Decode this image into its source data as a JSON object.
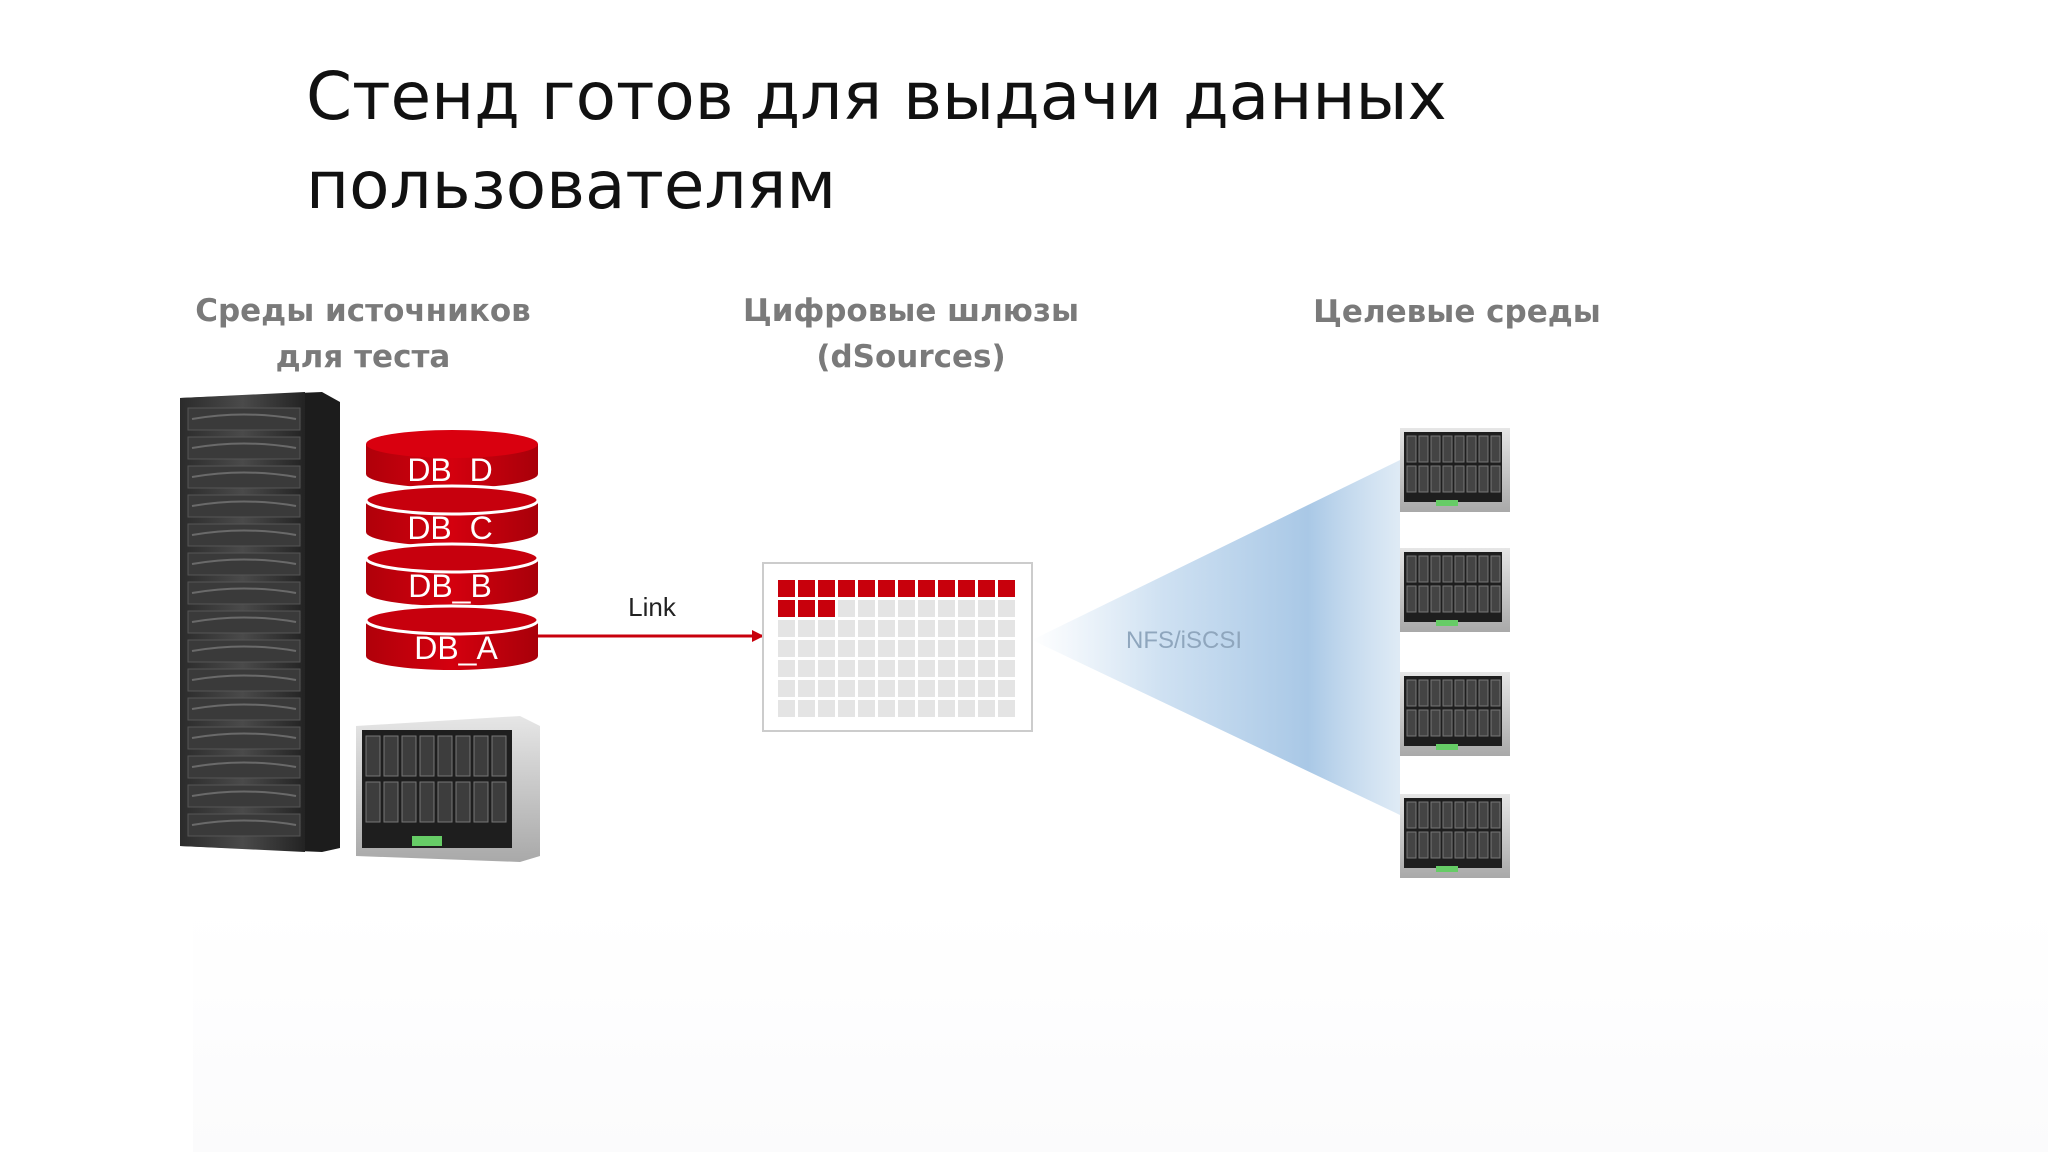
{
  "slide": {
    "title": "Стенд готов для выдачи данных пользователям"
  },
  "columns": {
    "sources_line1": "Среды источников",
    "sources_line2": "для теста",
    "gateways_line1": "Цифровые шлюзы",
    "gateways_line2": "(dSources)",
    "targets": "Целевые среды"
  },
  "databases": [
    "DB_D",
    "DB_C",
    "DB_B",
    "DB_A"
  ],
  "connections": {
    "link_label": "Link",
    "protocol_label": "NFS/iSCSI"
  },
  "colors": {
    "accent_red": "#c8000c",
    "beam_blue": "#a9c8e6",
    "label_gray": "#7a7a7a"
  },
  "gateway_grid": {
    "rows": 7,
    "cols": 12,
    "filled_cells": 15
  }
}
